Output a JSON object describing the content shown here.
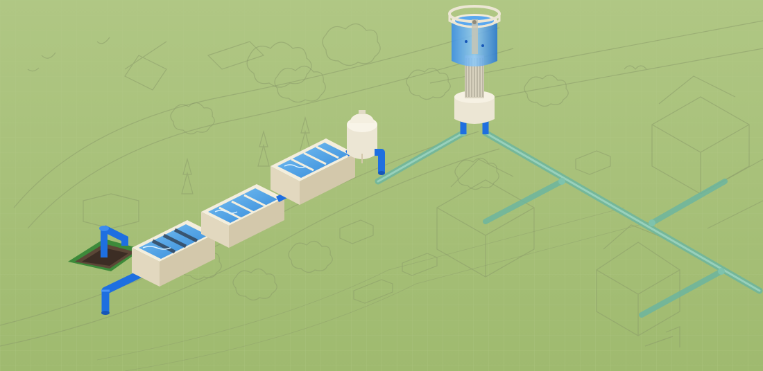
{
  "scene": {
    "background_color": "#a9c27a",
    "grid_color": "#b7cc8e",
    "sketch_color": "#8a9a6a",
    "pipe_blue": "#1e6fe0",
    "pipe_green": "#6fb8a0",
    "water_color": "#4fa6e8",
    "tank_wall_color": "#f2ecdc"
  },
  "components": {
    "intake": "intake-well",
    "tank_1": "coagulation-tank",
    "tank_2": "sedimentation-tank",
    "tank_3": "filtration-tank",
    "storage": "clear-water-storage-tank",
    "tower": "water-tower",
    "network": "distribution-pipe-network"
  }
}
